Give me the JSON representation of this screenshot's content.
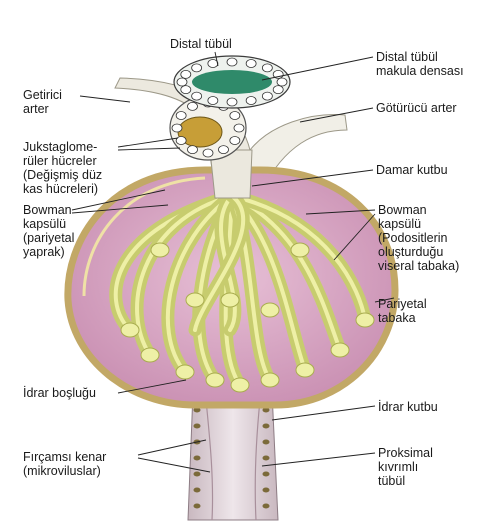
{
  "labels": {
    "distal_tubule": "Distal tübül",
    "afferent_artery": "Getirici\narter",
    "juxtaglomerular_cells": "Jukstaglome-\nrüler hücreler\n(Değişmiş düz\nkas hücreleri)",
    "bowman_parietal": "Bowman\nkapsülü\n(pariyetal\nyaprak)",
    "urinary_space": "İdrar boşluğu",
    "brush_border": "Fırçamsı kenar\n(mikroviluslar)",
    "macula_densa": "Distal tübül\nmakula densası",
    "efferent_artery": "Götürücü arter",
    "vascular_pole": "Damar kutbu",
    "bowman_visceral": "Bowman\nkapsülü\n(Podositlerin\noluşturduğu\nviseral tabaka)",
    "parietal_layer": "Pariyetal\ntabaka",
    "urinary_pole": "İdrar kutbu",
    "proximal_tubule": "Proksimal\nkıvrımlı\ntübül"
  },
  "colors": {
    "capsule_fill": "#d9a7c4",
    "capsule_wall": "#e6d28a",
    "glomerulus": "#c7cc6e",
    "glomerulus_light": "#eef0a6",
    "artery": "#e8e6dc",
    "macula": "#2f8a6a",
    "jg_cells": "#c9a13a",
    "tubule": "#d8cdd2",
    "leader": "#222222"
  }
}
